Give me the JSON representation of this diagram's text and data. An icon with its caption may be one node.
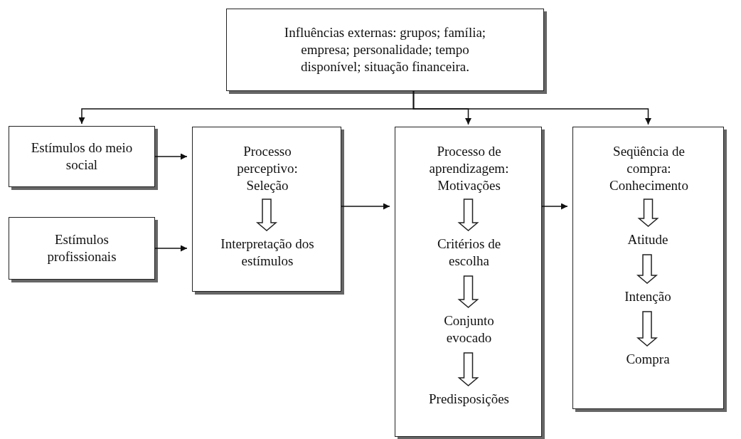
{
  "diagram": {
    "nodes": [
      {
        "text": [
          "Influências externas: grupos; família; empresa; personalidade; tempo disponível; situação financeira."
        ]
      },
      {
        "text": [
          "Estímulos do meio social"
        ]
      },
      {
        "text": [
          "Estímulos profissionais"
        ]
      },
      {
        "text": [],
        "shape": "box"
      },
      {
        "text": [
          "Processo perceptivo: Seleção"
        ],
        "in": 3
      },
      {
        "text": [
          "Interpretação dos estímulos"
        ],
        "in": 3
      },
      {
        "text": [],
        "shape": "box"
      },
      {
        "text": [
          "Processo de aprendizagem: Motivações"
        ],
        "in": 6
      },
      {
        "text": [
          "Critérios de escolha"
        ],
        "in": 6
      },
      {
        "text": [
          "Conjunto evocado"
        ],
        "in": 6
      },
      {
        "text": [
          "Predisposições"
        ],
        "in": 6
      },
      {
        "text": [],
        "shape": "box"
      },
      {
        "text": [
          "Seqüência de compra: Conhecimento"
        ],
        "in": 11
      },
      {
        "text": [
          "Atitude"
        ],
        "in": 11
      },
      {
        "text": [
          "Intenção"
        ],
        "in": 11
      },
      {
        "text": [
          "Compra"
        ],
        "in": 11
      }
    ],
    "edges": [
      {
        "from": 0,
        "to": 1,
        "arrow": "to"
      },
      {
        "from": 0,
        "to": 6,
        "arrow": "to"
      },
      {
        "from": 0,
        "to": 11,
        "arrow": "to"
      },
      {
        "from": 1,
        "to": 3,
        "arrow": "to"
      },
      {
        "from": 2,
        "to": 3,
        "arrow": "to"
      },
      {
        "from": 3,
        "to": 6,
        "arrow": "to"
      },
      {
        "from": 6,
        "to": 11,
        "arrow": "to"
      },
      {
        "from": 4,
        "to": 5,
        "arrow": "to",
        "style": "thick"
      },
      {
        "from": 7,
        "to": 8,
        "arrow": "to",
        "style": "thick"
      },
      {
        "from": 8,
        "to": 9,
        "arrow": "to",
        "style": "thick"
      },
      {
        "from": 9,
        "to": 10,
        "arrow": "to",
        "style": "thick"
      },
      {
        "from": 12,
        "to": 13,
        "arrow": "to",
        "style": "thick"
      },
      {
        "from": 13,
        "to": 14,
        "arrow": "to",
        "style": "thick"
      },
      {
        "from": 14,
        "to": 15,
        "arrow": "to",
        "style": "thick"
      }
    ]
  }
}
